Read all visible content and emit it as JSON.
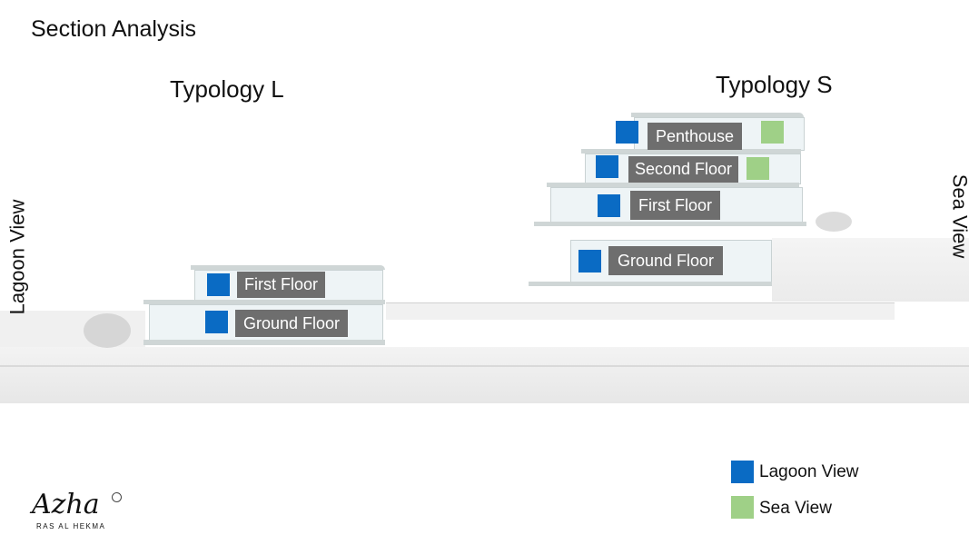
{
  "page": {
    "title": "Section Analysis"
  },
  "typologies": {
    "l": {
      "label": "Typology L",
      "floors": [
        "First Floor",
        "Ground Floor"
      ]
    },
    "s": {
      "label": "Typology S",
      "floors": [
        "Penthouse",
        "Second Floor",
        "First Floor",
        "Ground Floor"
      ]
    }
  },
  "side_labels": {
    "left": "Lagoon View",
    "right": "Sea View"
  },
  "legend": [
    {
      "label": "Lagoon View",
      "color": "#0a6bc4"
    },
    {
      "label": "Sea View",
      "color": "#9fd087"
    }
  ],
  "logo": {
    "name": "Azha",
    "tagline": "RAS AL HEKMA"
  }
}
